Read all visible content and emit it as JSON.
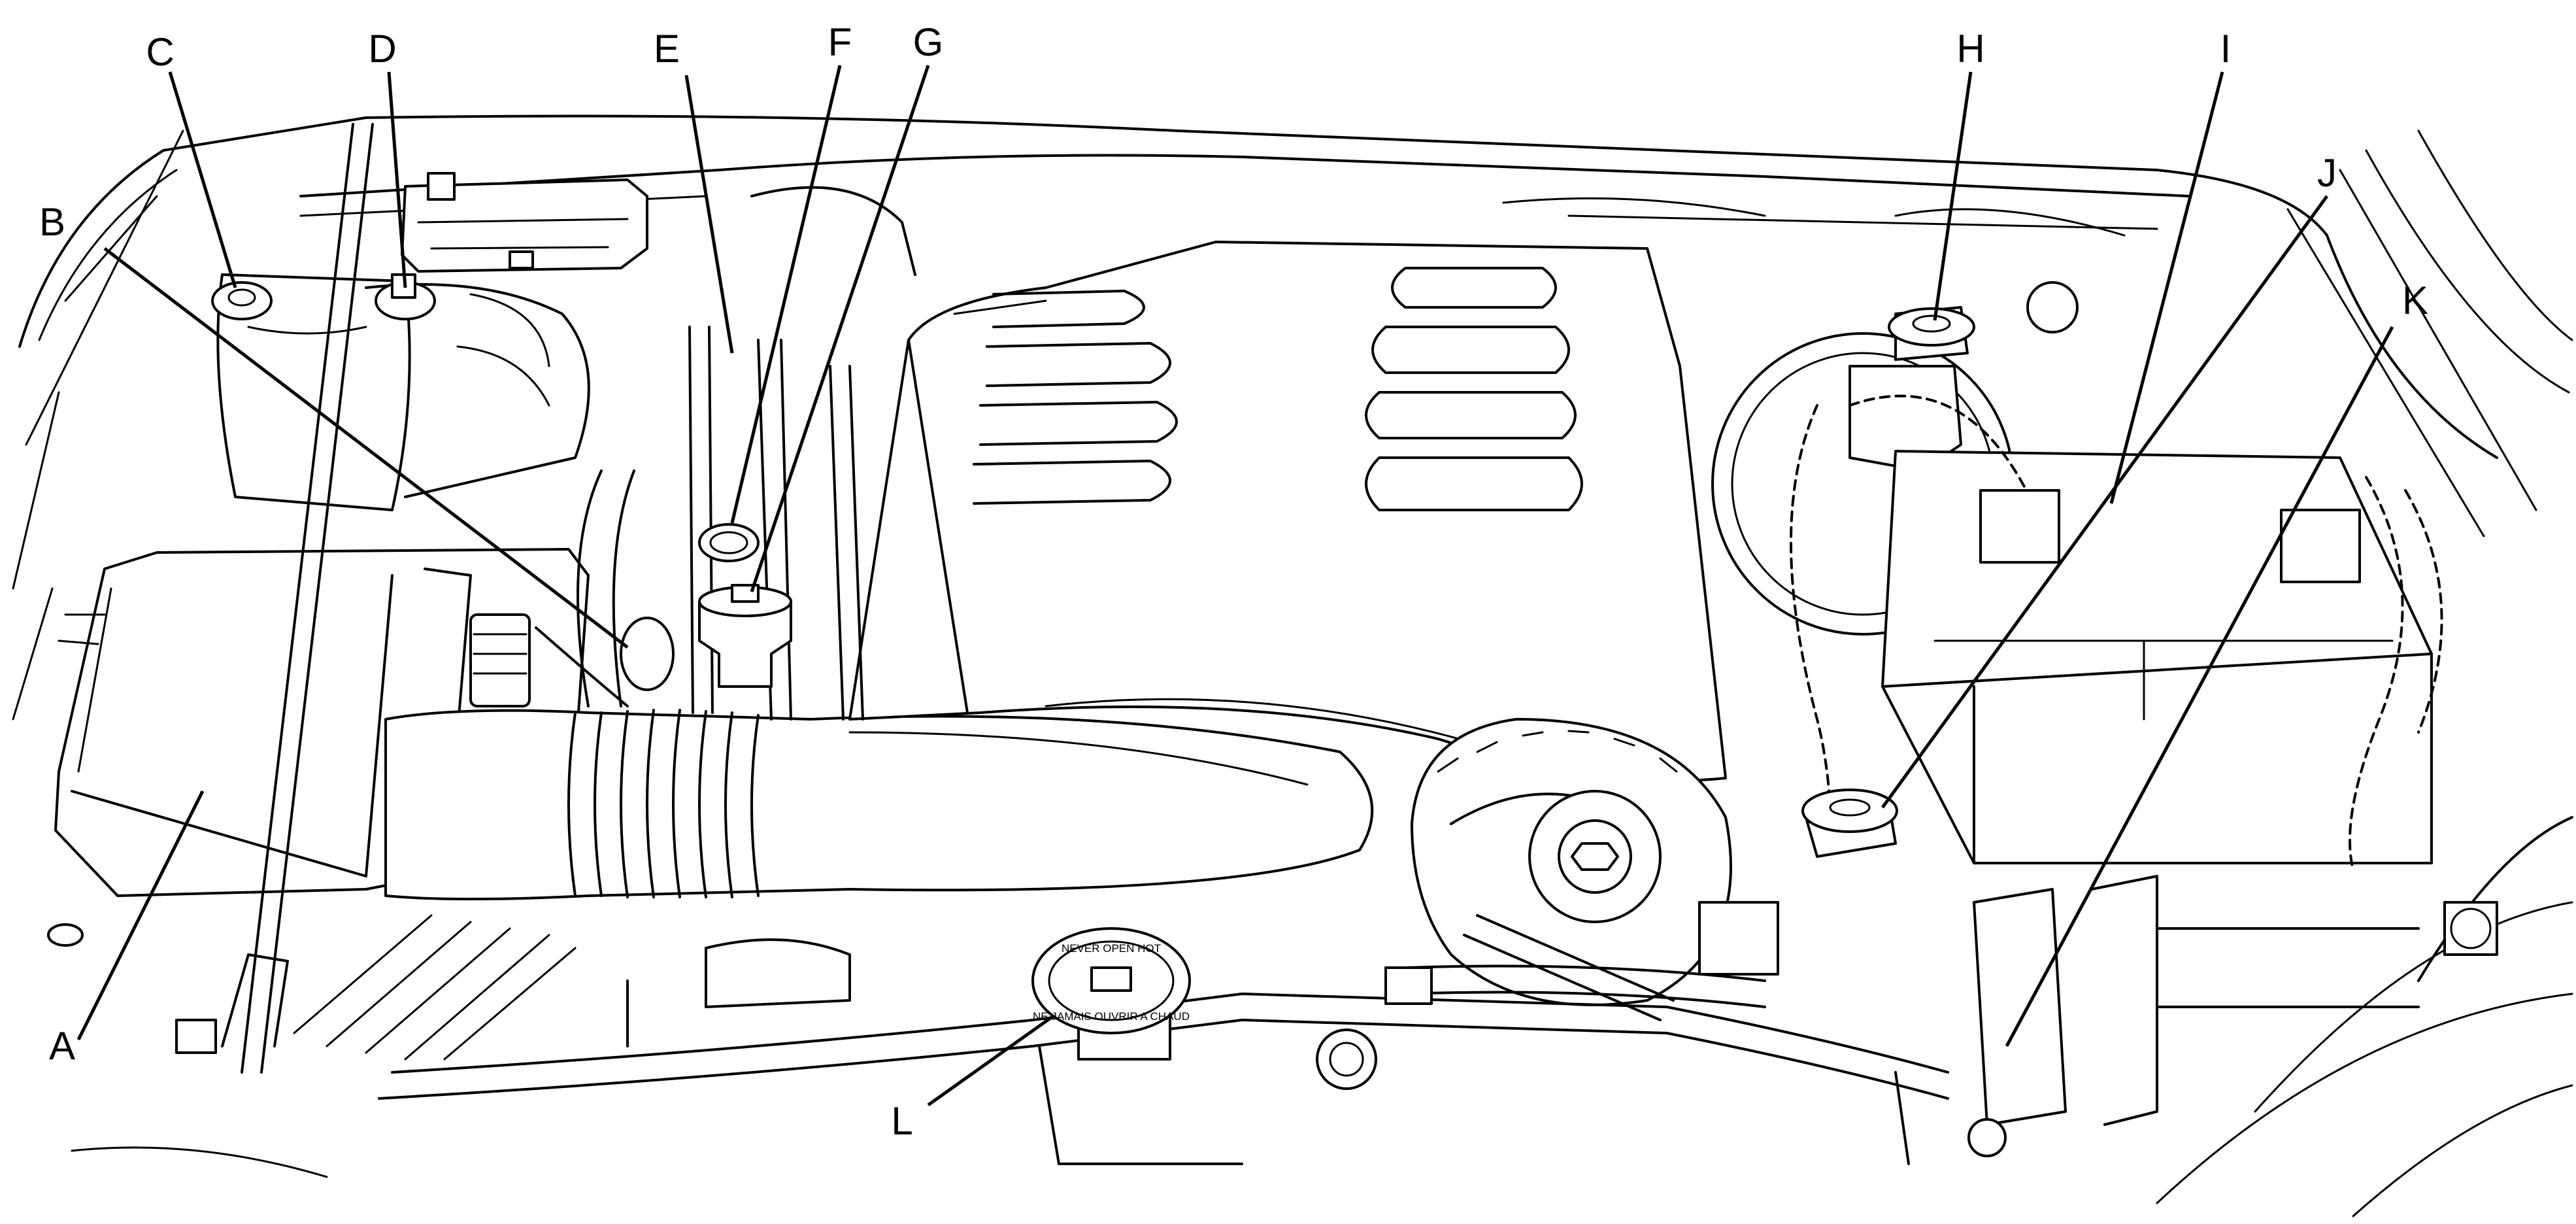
{
  "diagram": {
    "labels": [
      {
        "id": "A",
        "text": "A"
      },
      {
        "id": "B",
        "text": "B"
      },
      {
        "id": "C",
        "text": "C"
      },
      {
        "id": "D",
        "text": "D"
      },
      {
        "id": "E",
        "text": "E"
      },
      {
        "id": "F",
        "text": "F"
      },
      {
        "id": "G",
        "text": "G"
      },
      {
        "id": "H",
        "text": "H"
      },
      {
        "id": "I",
        "text": "I"
      },
      {
        "id": "J",
        "text": "J"
      },
      {
        "id": "K",
        "text": "K"
      },
      {
        "id": "L",
        "text": "L"
      }
    ],
    "radiator_cap": {
      "line1": "NEVER OPEN HOT",
      "line2": "NE JAMAIS OUVRIR A CHAUD"
    }
  }
}
